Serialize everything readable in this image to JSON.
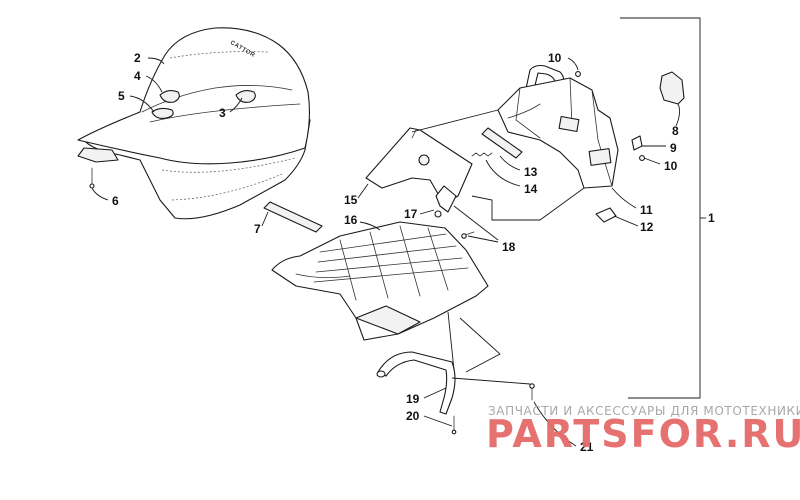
{
  "callouts": [
    "1",
    "2",
    "3",
    "4",
    "5",
    "6",
    "7",
    "8",
    "9",
    "10",
    "10",
    "11",
    "12",
    "13",
    "14",
    "15",
    "16",
    "17",
    "18",
    "19",
    "20",
    "21"
  ],
  "seat_brand": "CATTOR",
  "watermark": {
    "line1": "ЗАПЧАСТИ И АКСЕССУАРЫ ДЛЯ МОТОТЕХНИКИ",
    "line2": "PARTSFOR.RU",
    "line1_color": "#a8a8a8",
    "line2_color": "#e46a6a"
  }
}
